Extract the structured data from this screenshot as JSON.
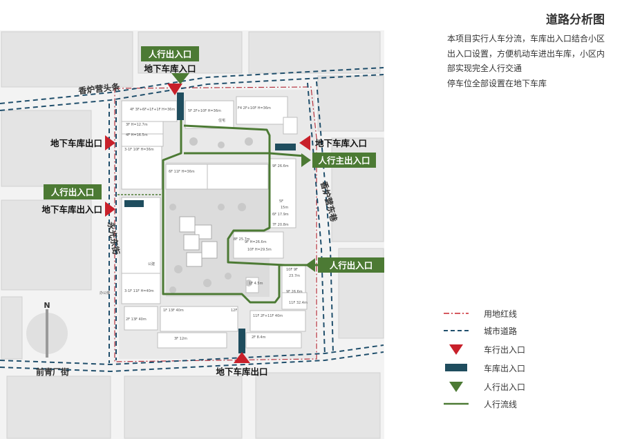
{
  "title": "道路分析图",
  "description": [
    "本项目实行人车分流，车库出入口结合小区",
    "出入口设置，方便机动车进出车库，小区内",
    "部实现完全人行交通",
    "停车位全部设置在地下车库"
  ],
  "streets": {
    "north": "香炉营头条",
    "east": "香炉营东巷",
    "west": "永光东街",
    "south": "前青厂街"
  },
  "compass": "N",
  "labels": {
    "ped_top": "人行出入口",
    "garage_entry_top": "地下车库入口",
    "garage_exit_left": "地下车库出口",
    "ped_left": "人行出入口",
    "garage_io_left": "地下车库出入口",
    "garage_entry_right": "地下车库入口",
    "ped_main_right": "人行主出入口",
    "ped_right": "人行出入口",
    "garage_exit_bottom": "地下车库出口"
  },
  "buildings": [
    "4F 3F+6F+1F+1F H=36m",
    "3F H=12.7m",
    "4F H=16.5m",
    "3-1F 10F H=36m",
    "5F 2F+10F H=36m",
    "F4 2F+10F H=36m",
    "住宅",
    "6F 11F H=36m",
    "9F 26.6m",
    "5F",
    "15m",
    "6F 17.9m",
    "7F 20.8m",
    "8F 25.7m",
    "9F H=26.6m",
    "10F H=29.5m",
    "10F 9F",
    "23.7m",
    "9F 26.6m",
    "11F 32.4m",
    "3-1F 11F H=40m",
    "2F 13F 40m",
    "1F 13F 40m",
    "12F",
    "11F 2F+11F 40m",
    "3F 12m",
    "2F 8.4m",
    "1F 4.5m",
    "公建",
    "办公楼"
  ],
  "colors": {
    "red": "#c8202a",
    "green": "#4c7a34",
    "road": "#1f4e6b",
    "garage": "#1f4d5e",
    "boundary": "#b5313c"
  },
  "legend": [
    {
      "icon": "boundary-line",
      "label": "用地红线"
    },
    {
      "icon": "city-road",
      "label": "城市道路"
    },
    {
      "icon": "vehicle-entrance",
      "label": "车行出入口"
    },
    {
      "icon": "garage-entrance",
      "label": "车库出入口"
    },
    {
      "icon": "pedestrian-entrance",
      "label": "人行出入口"
    },
    {
      "icon": "pedestrian-flow",
      "label": "人行流线"
    }
  ]
}
